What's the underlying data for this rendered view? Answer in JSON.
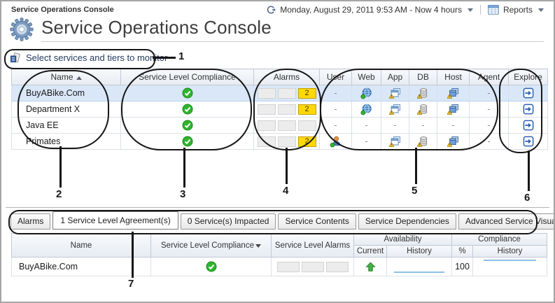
{
  "topbar": {
    "breadcrumb": "Service Operations Console",
    "time_range": "Monday, August 29, 2011 9:53 AM - Now 4 hours",
    "reports": "Reports"
  },
  "header": {
    "title": "Service Operations Console"
  },
  "select_link": {
    "label": "Select services and tiers to monitor"
  },
  "main_table": {
    "columns": [
      {
        "label": "Name",
        "sort": "asc"
      },
      {
        "label": "Service Level Compliance"
      },
      {
        "label": "Alarms"
      },
      {
        "label": "User"
      },
      {
        "label": "Web"
      },
      {
        "label": "App"
      },
      {
        "label": "DB"
      },
      {
        "label": "Host"
      },
      {
        "label": "Agent"
      },
      {
        "label": "Explore"
      }
    ],
    "rows": [
      {
        "name": "BuyABike.Com",
        "selected": true,
        "compliance": "ok",
        "alarms": [
          "",
          "",
          "2"
        ],
        "tiers": {
          "user": "dash",
          "web": "globe",
          "app": "app-warn",
          "db": "db-warn",
          "host": "host-warn",
          "agent": "dash"
        },
        "explore": true
      },
      {
        "name": "Department X",
        "selected": false,
        "compliance": "ok",
        "alarms": [
          "",
          "",
          "2"
        ],
        "tiers": {
          "user": "dash",
          "web": "globe",
          "app": "app-warn",
          "db": "db-warn",
          "host": "host-warn",
          "agent": "dash"
        },
        "explore": true
      },
      {
        "name": "Java EE",
        "selected": false,
        "compliance": "ok",
        "alarms": [
          "",
          "",
          ""
        ],
        "tiers": {
          "user": "dash",
          "web": "dash",
          "app": "dash",
          "db": "dash",
          "host": "dash",
          "agent": "dash"
        },
        "explore": true
      },
      {
        "name": "Primates",
        "selected": false,
        "compliance": "ok",
        "alarms": [
          "",
          "",
          "2"
        ],
        "tiers": {
          "user": "person",
          "web": "dash",
          "app": "app-warn",
          "db": "db-warn",
          "host": "host-warn",
          "agent": "dash"
        },
        "explore": true
      }
    ]
  },
  "tabs": {
    "items": [
      {
        "label": "Alarms",
        "active": false
      },
      {
        "label": "1 Service Level Agreement(s)",
        "active": true
      },
      {
        "label": "0 Service(s) Impacted",
        "active": false
      },
      {
        "label": "Service Contents",
        "active": false
      },
      {
        "label": "Service Dependencies",
        "active": false
      },
      {
        "label": "Advanced Service Visualization",
        "active": false
      }
    ]
  },
  "bottom_table": {
    "headers": {
      "name": "Name",
      "compliance": "Service Level Compliance",
      "alarms": "Service Level Alarms",
      "availability": "Availability",
      "current": "Current",
      "history": "History",
      "compliance_group": "Compliance",
      "percent": "%",
      "history2": "History"
    },
    "row": {
      "name": "BuyABike.Com",
      "compliance": "ok",
      "alarms": [
        "",
        "",
        ""
      ],
      "current": "up",
      "percent": "100"
    }
  },
  "callouts": {
    "labels": [
      "1",
      "2",
      "3",
      "4",
      "5",
      "6",
      "7"
    ]
  },
  "colors": {
    "accent_blue": "#2b62b0",
    "alarm_yellow": "#ffd800",
    "ok_green": "#2eb52e",
    "selected_row": "#d9e7f8",
    "spark_blue": "#8fc0e8"
  }
}
